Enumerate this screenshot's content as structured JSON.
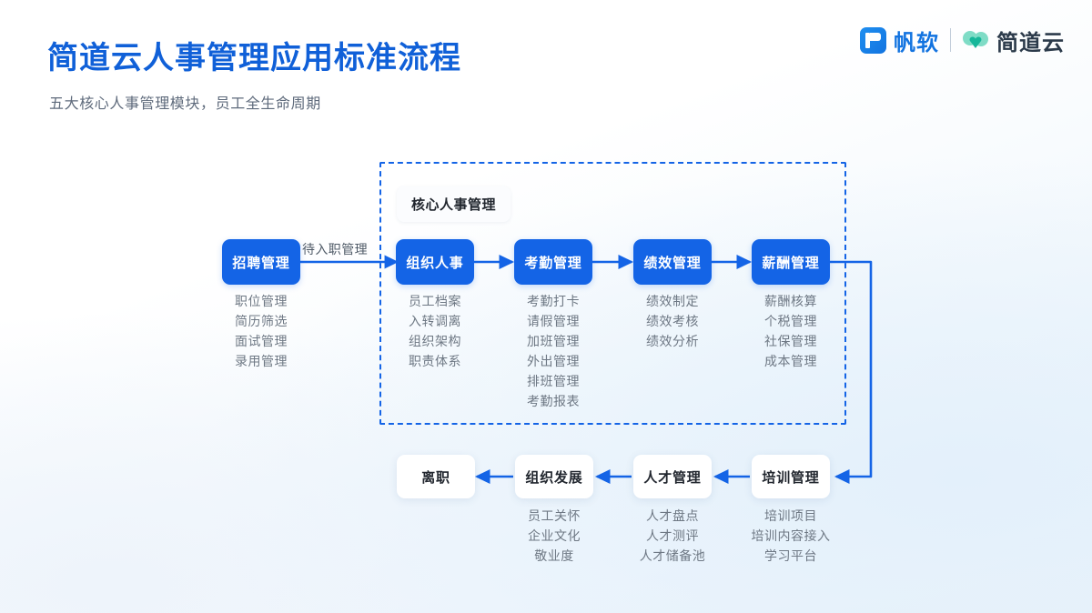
{
  "header": {
    "title": "简道云人事管理应用标准流程",
    "subtitle": "五大核心人事管理模块，员工全生命周期",
    "title_color": "#1060d8"
  },
  "brand": {
    "fanruan_icon": "fanruan-logo-icon",
    "fanruan_name": "帆软",
    "separator": "|",
    "jdy_icon": "jiandaoyun-cloud-heart-icon",
    "jdy_name": "简道云",
    "jdy_icon_color": "#4ed2b4"
  },
  "diagram": {
    "accent_color": "#1464e6",
    "core_group": {
      "label": "核心人事管理"
    },
    "edge_labels": {
      "recruit_to_org": "待入职管理"
    },
    "top_row": [
      {
        "title": "招聘管理",
        "style": "primary",
        "items": "职位管理\n简历筛选\n面试管理\n录用管理"
      },
      {
        "title": "组织人事",
        "style": "primary",
        "items": "员工档案\n入转调离\n组织架构\n职责体系"
      },
      {
        "title": "考勤管理",
        "style": "primary",
        "items": "考勤打卡\n请假管理\n加班管理\n外出管理\n排班管理\n考勤报表"
      },
      {
        "title": "绩效管理",
        "style": "primary",
        "items": "绩效制定\n绩效考核\n绩效分析"
      },
      {
        "title": "薪酬管理",
        "style": "primary",
        "items": "薪酬核算\n个税管理\n社保管理\n成本管理"
      }
    ],
    "bottom_row": [
      {
        "title": "离职",
        "style": "plain",
        "items": ""
      },
      {
        "title": "组织发展",
        "style": "plain",
        "items": "员工关怀\n企业文化\n敬业度"
      },
      {
        "title": "人才管理",
        "style": "plain",
        "items": "人才盘点\n人才测评\n人才储备池"
      },
      {
        "title": "培训管理",
        "style": "plain",
        "items": "培训项目\n培训内容接入\n学习平台"
      }
    ]
  }
}
